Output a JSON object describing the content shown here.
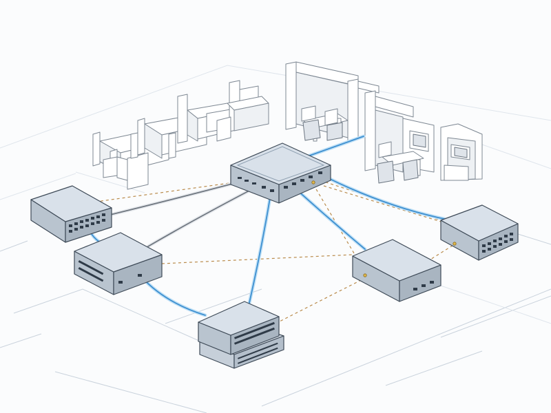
{
  "colors": {
    "fiber_cable": "#3d8fd0",
    "copper_cable": "#6f7780",
    "dashed_link": "#b98a4a",
    "device_top": "#d9e1ea",
    "device_side": "#b9c4cf",
    "background": "#fbfcfd"
  },
  "nodes": [
    {
      "id": "core-switch",
      "type": "switch"
    },
    {
      "id": "switch-left",
      "type": "switch"
    },
    {
      "id": "switch-mid-left",
      "type": "switch"
    },
    {
      "id": "switch-bottom",
      "type": "switch"
    },
    {
      "id": "switch-mid-right",
      "type": "switch"
    },
    {
      "id": "switch-right",
      "type": "switch"
    },
    {
      "id": "office-area",
      "type": "workspace"
    }
  ],
  "links": [
    {
      "from": "core-switch",
      "to": "office-area",
      "style": "fiber"
    },
    {
      "from": "core-switch",
      "to": "switch-left",
      "style": "copper"
    },
    {
      "from": "core-switch",
      "to": "switch-mid-left",
      "style": "copper"
    },
    {
      "from": "core-switch",
      "to": "switch-bottom",
      "style": "fiber"
    },
    {
      "from": "core-switch",
      "to": "switch-mid-right",
      "style": "fiber"
    },
    {
      "from": "core-switch",
      "to": "switch-right",
      "style": "fiber"
    },
    {
      "from": "switch-left",
      "to": "switch-mid-left",
      "style": "fiber"
    },
    {
      "from": "switch-mid-left",
      "to": "switch-bottom",
      "style": "fiber"
    },
    {
      "from": "core-switch",
      "to": "switch-left",
      "style": "dashed"
    },
    {
      "from": "core-switch",
      "to": "switch-right",
      "style": "dashed"
    },
    {
      "from": "switch-mid-left",
      "to": "switch-mid-right",
      "style": "dashed"
    },
    {
      "from": "switch-bottom",
      "to": "switch-mid-right",
      "style": "dashed"
    },
    {
      "from": "switch-mid-right",
      "to": "switch-right",
      "style": "dashed"
    },
    {
      "from": "core-switch",
      "to": "switch-mid-right",
      "style": "dashed"
    }
  ]
}
